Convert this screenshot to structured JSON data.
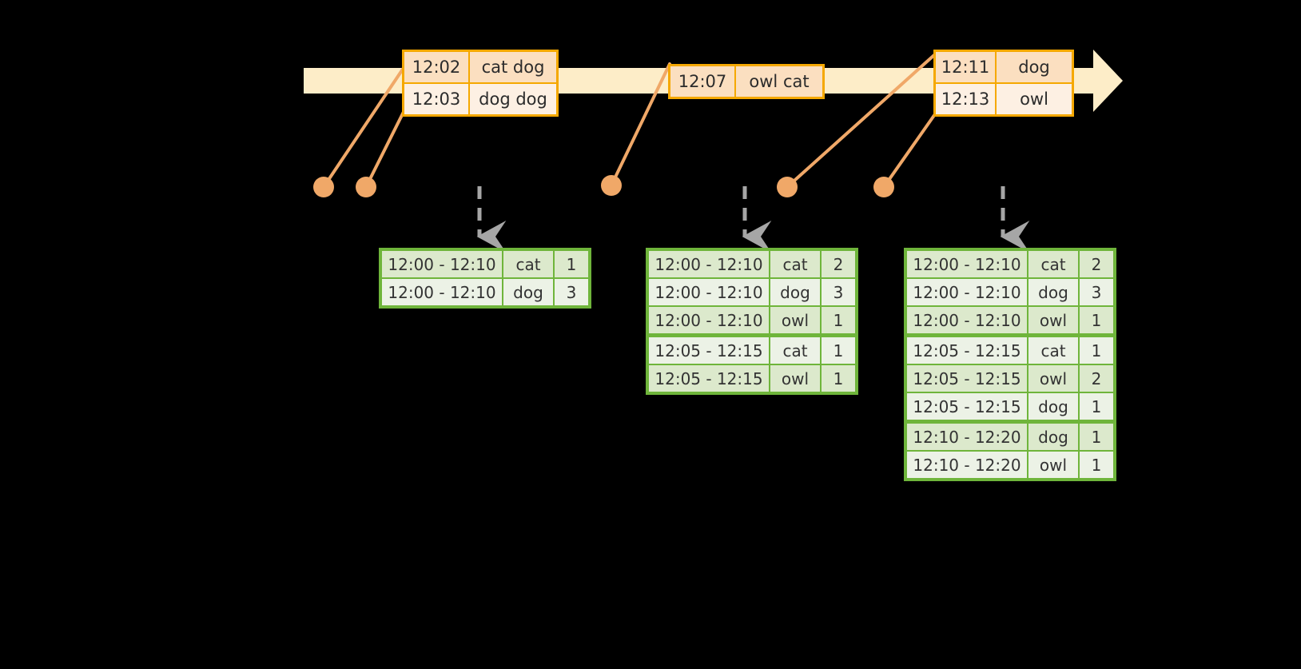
{
  "diagram": {
    "title": "sliding-window-aggregation-timeline",
    "colors": {
      "background": "#000000",
      "timeline_bar": "#FDEDC8",
      "event_border": "#F5A800",
      "event_fill_a": "#FBDFC0",
      "event_fill_b": "#FDF0E3",
      "connector": "#F0A868",
      "dot": "#F0A868",
      "table_border": "#6FB53B",
      "table_fill_a": "#DCE9CC",
      "table_fill_b": "#ECF2E6",
      "dashed_arrow": "#A6A6A6"
    }
  },
  "timeline": {
    "name": "event-timeline-arrow",
    "direction": "right",
    "events": [
      {
        "name": "event-box-1",
        "rows": [
          {
            "time": "12:02",
            "words": "cat dog"
          },
          {
            "time": "12:03",
            "words": "dog dog"
          }
        ]
      },
      {
        "name": "event-box-2",
        "rows": [
          {
            "time": "12:07",
            "words": "owl cat"
          }
        ]
      },
      {
        "name": "event-box-3",
        "rows": [
          {
            "time": "12:11",
            "words": "dog"
          },
          {
            "time": "12:13",
            "words": "owl"
          }
        ]
      }
    ]
  },
  "markers": [
    {
      "name": "event-dot-1"
    },
    {
      "name": "event-dot-2"
    },
    {
      "name": "event-dot-3"
    },
    {
      "name": "event-dot-4"
    },
    {
      "name": "event-dot-5"
    }
  ],
  "results": [
    {
      "name": "result-table-1",
      "rows": [
        {
          "window": "12:00 - 12:10",
          "word": "cat",
          "count": "1"
        },
        {
          "window": "12:00 - 12:10",
          "word": "dog",
          "count": "3"
        }
      ],
      "group_breaks": []
    },
    {
      "name": "result-table-2",
      "rows": [
        {
          "window": "12:00 - 12:10",
          "word": "cat",
          "count": "2"
        },
        {
          "window": "12:00 - 12:10",
          "word": "dog",
          "count": "3"
        },
        {
          "window": "12:00 - 12:10",
          "word": "owl",
          "count": "1"
        },
        {
          "window": "12:05 - 12:15",
          "word": "cat",
          "count": "1"
        },
        {
          "window": "12:05 - 12:15",
          "word": "owl",
          "count": "1"
        }
      ],
      "group_breaks": [
        3
      ]
    },
    {
      "name": "result-table-3",
      "rows": [
        {
          "window": "12:00 - 12:10",
          "word": "cat",
          "count": "2"
        },
        {
          "window": "12:00 - 12:10",
          "word": "dog",
          "count": "3"
        },
        {
          "window": "12:00 - 12:10",
          "word": "owl",
          "count": "1"
        },
        {
          "window": "12:05 - 12:15",
          "word": "cat",
          "count": "1"
        },
        {
          "window": "12:05 - 12:15",
          "word": "owl",
          "count": "2"
        },
        {
          "window": "12:05 - 12:15",
          "word": "dog",
          "count": "1"
        },
        {
          "window": "12:10 - 12:20",
          "word": "dog",
          "count": "1"
        },
        {
          "window": "12:10 - 12:20",
          "word": "owl",
          "count": "1"
        }
      ],
      "group_breaks": [
        3,
        6
      ]
    }
  ]
}
